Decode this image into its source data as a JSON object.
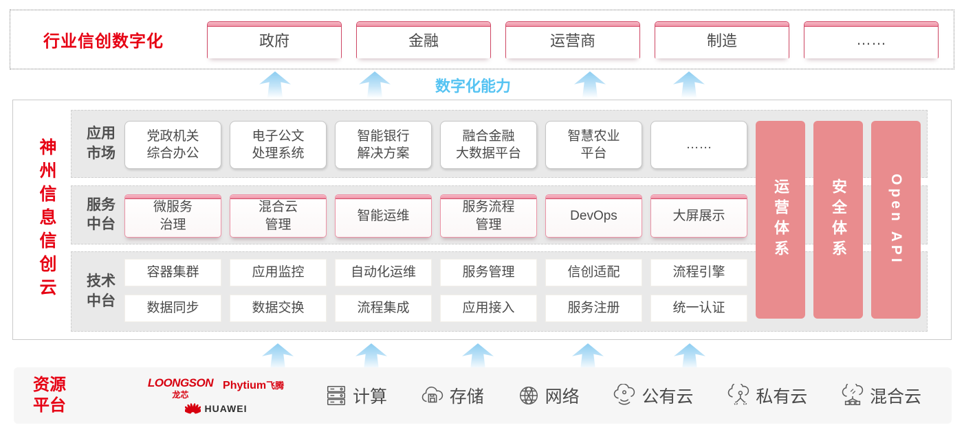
{
  "industry": {
    "title": "行业信创数字化",
    "sectors": [
      "政府",
      "金融",
      "运营商",
      "制造",
      "……"
    ]
  },
  "capability_label": "数字化能力",
  "platform": {
    "title": "神州信息信创云",
    "app_band": {
      "label": "应用\n市场",
      "items": [
        "党政机关\n综合办公",
        "电子公文\n处理系统",
        "智能银行\n解决方案",
        "融合金融\n大数据平台",
        "智慧农业\n平台",
        "……"
      ]
    },
    "service_band": {
      "label": "服务\n中台",
      "items": [
        "微服务\n治理",
        "混合云\n管理",
        "智能运维",
        "服务流程\n管理",
        "DevOps",
        "大屏展示"
      ]
    },
    "tech_band": {
      "label": "技术\n中台",
      "row1": [
        "容器集群",
        "应用监控",
        "自动化运维",
        "服务管理",
        "信创适配",
        "流程引擎"
      ],
      "row2": [
        "数据同步",
        "数据交换",
        "流程集成",
        "应用接入",
        "服务注册",
        "统一认证"
      ]
    },
    "pillars": [
      "运营体系",
      "安全体系",
      "Open API"
    ]
  },
  "resources": {
    "title": "资源\n平台",
    "vendors": {
      "loongson": "LOONGSON",
      "loongson_sub": "龙芯",
      "phytium": "Phytium",
      "phytium_sub": "飞腾",
      "huawei": "HUAWEI"
    },
    "items": [
      {
        "icon": "compute-icon",
        "label": "计算"
      },
      {
        "icon": "storage-icon",
        "label": "存储"
      },
      {
        "icon": "network-icon",
        "label": "网络"
      },
      {
        "icon": "public-cloud-icon",
        "label": "公有云"
      },
      {
        "icon": "private-cloud-icon",
        "label": "私有云"
      },
      {
        "icon": "hybrid-cloud-icon",
        "label": "混合云"
      }
    ]
  },
  "colors": {
    "brand_red": "#e60013",
    "pillar_pink": "#e98c8e",
    "accent_blue": "#55c3f2"
  }
}
